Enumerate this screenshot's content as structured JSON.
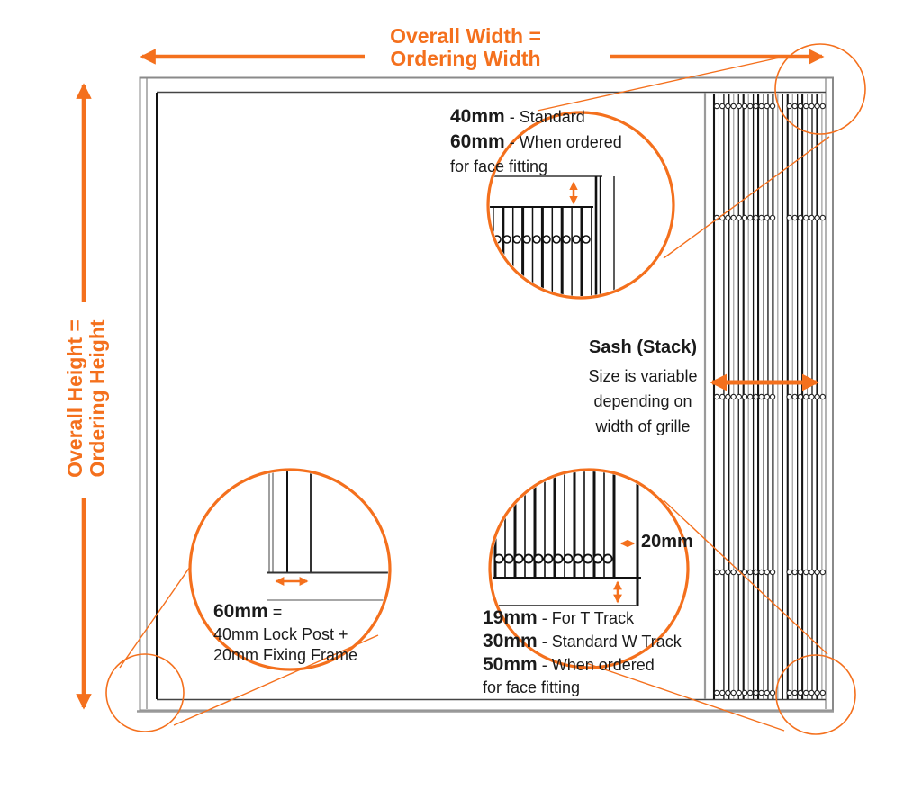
{
  "colors": {
    "accent_orange": "#f4701d",
    "text_black": "#1b1b1b",
    "frame_gray": "#8a8a8a"
  },
  "dimension_labels": {
    "width": {
      "line1": "Overall Width =",
      "line2": "Ordering Width"
    },
    "height": {
      "line1": "Overall Height =",
      "line2": "Ordering Height"
    }
  },
  "callouts": {
    "top_track": {
      "row1_value": "40mm",
      "row1_desc": "- Standard",
      "row2_value": "60mm",
      "row2_desc": "- When ordered",
      "row3": "for face fitting"
    },
    "sash": {
      "title": "Sash (Stack)",
      "line1": "Size is variable",
      "line2": "depending on",
      "line3": "width of grille"
    },
    "lock_post": {
      "row1_value": "60mm",
      "row1_desc": "=",
      "row2": "40mm Lock Post +",
      "row3": "20mm Fixing Frame"
    },
    "bottom_track": {
      "gap_value": "20mm",
      "row1_value": "19mm",
      "row1_desc": "- For T Track",
      "row2_value": "30mm",
      "row2_desc": "- Standard W Track",
      "row3_value": "50mm",
      "row3_desc": "- When ordered",
      "row4": "for face fitting"
    }
  }
}
